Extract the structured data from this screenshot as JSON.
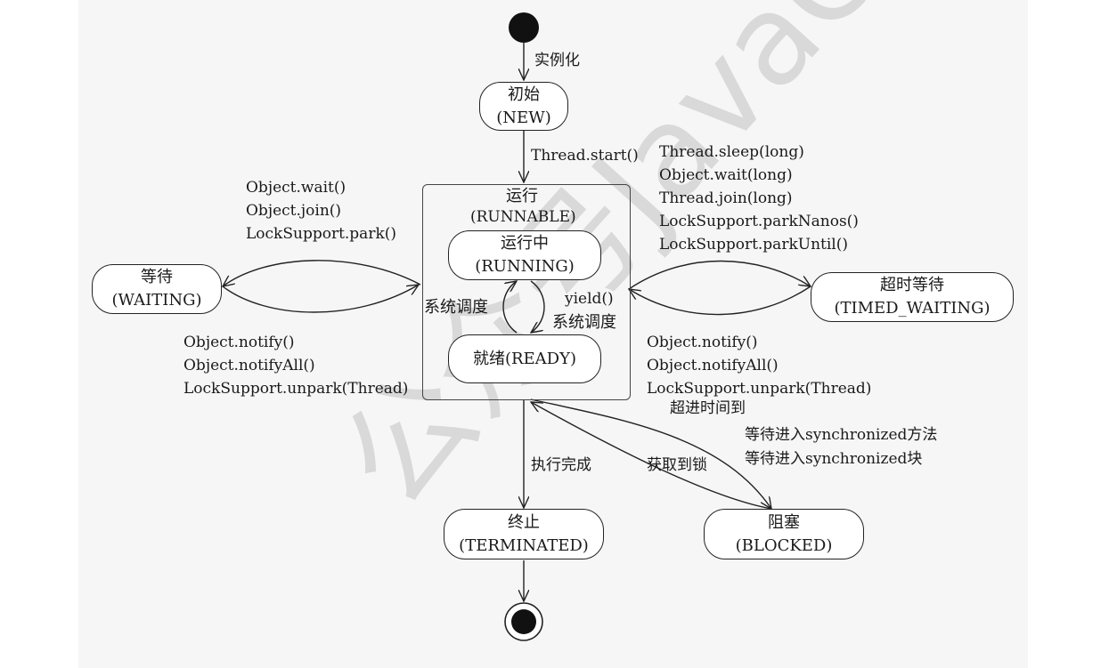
{
  "watermark": "公众号JavaGuide",
  "states": {
    "new": {
      "name": "初始",
      "code": "(NEW)"
    },
    "runnable": {
      "name": "运行",
      "code": "(RUNNABLE)"
    },
    "running": {
      "name": "运行中",
      "code": "(RUNNING)"
    },
    "ready": {
      "name": "就绪(READY)"
    },
    "waiting": {
      "name": "等待",
      "code": "(WAITING)"
    },
    "timed_waiting": {
      "name": "超时等待",
      "code": "(TIMED_WAITING)"
    },
    "terminated": {
      "name": "终止",
      "code": "(TERMINATED)"
    },
    "blocked": {
      "name": "阻塞",
      "code": "(BLOCKED)"
    }
  },
  "transitions": {
    "instantiate": "实例化",
    "thread_start": "Thread.start()",
    "to_waiting": [
      "Object.wait()",
      "Object.join()",
      "LockSupport.park()"
    ],
    "from_waiting": [
      "Object.notify()",
      "Object.notifyAll()",
      "LockSupport.unpark(Thread)"
    ],
    "to_timed_waiting": [
      "Thread.sleep(long)",
      "Object.wait(long)",
      "Thread.join(long)",
      "LockSupport.parkNanos()",
      "LockSupport.parkUntil()"
    ],
    "from_timed_waiting": [
      "Object.notify()",
      "Object.notifyAll()",
      "LockSupport.unpark(Thread)"
    ],
    "timeout": "超进时间到",
    "scheduler_left": "系统调度",
    "yield": "yield()",
    "scheduler_right": "系统调度",
    "execution_done": "执行完成",
    "acquire_lock": "获取到锁",
    "to_blocked": [
      "等待进入synchronized方法",
      "等待进入synchronized块"
    ]
  }
}
